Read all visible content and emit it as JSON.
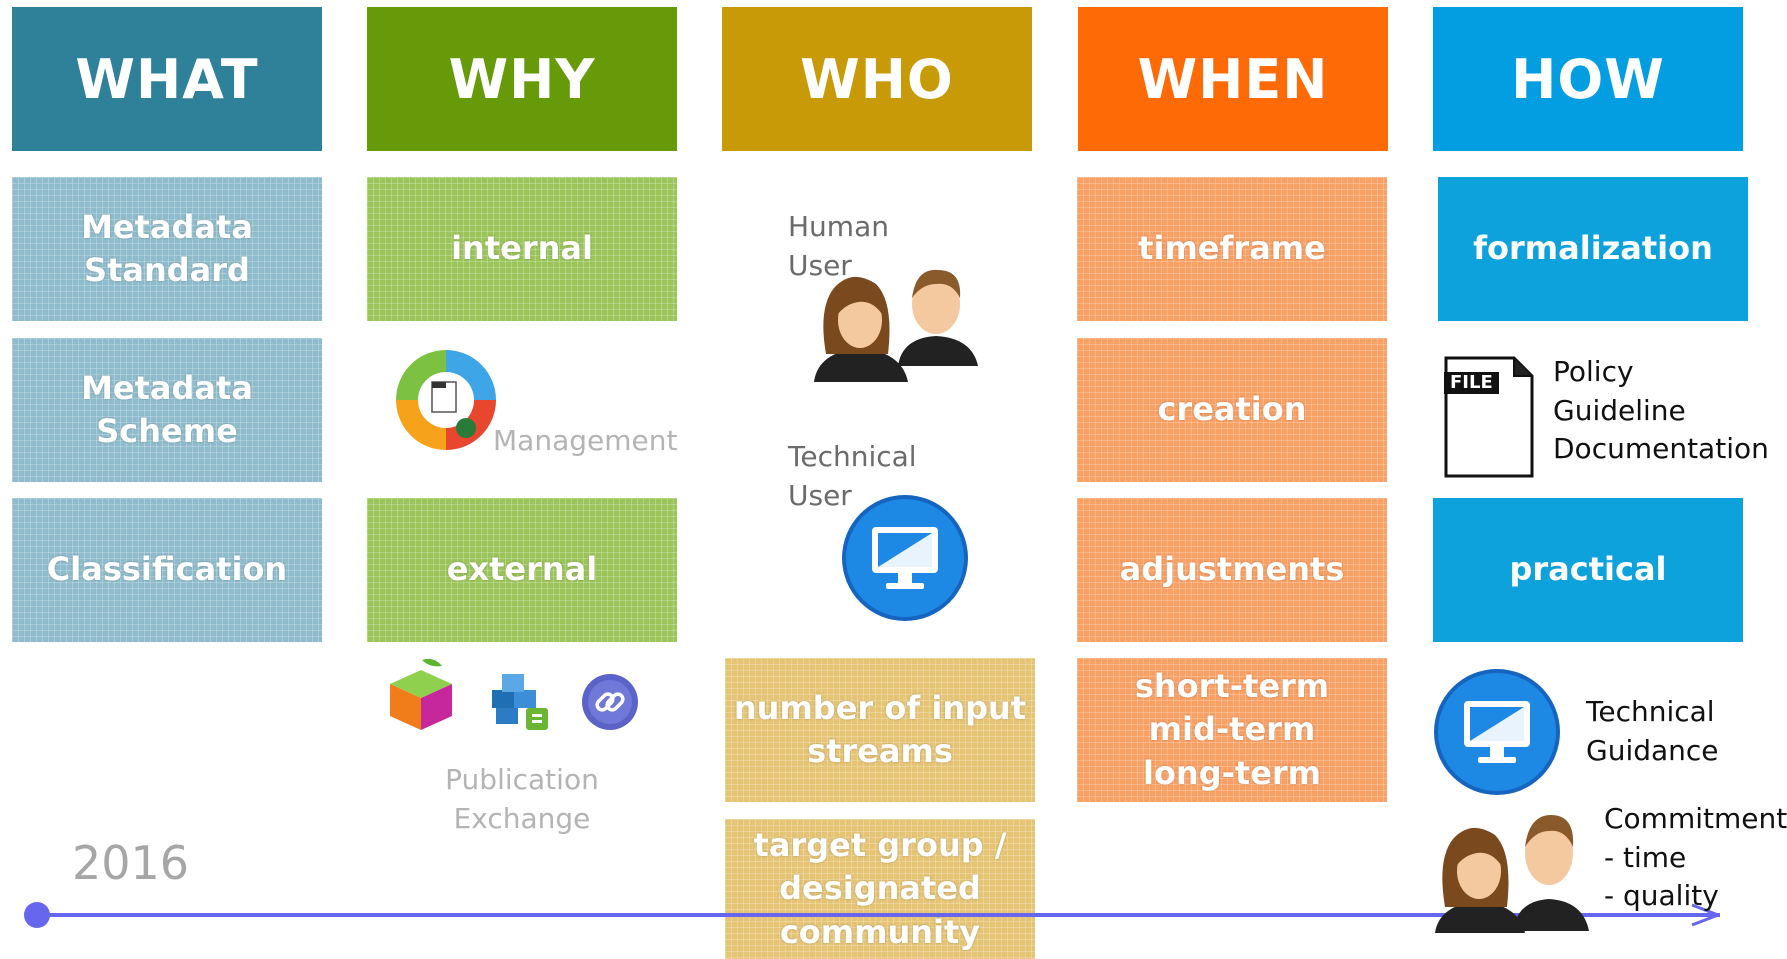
{
  "colors": {
    "what": "#2f8199",
    "why": "#679a08",
    "who": "#c99a07",
    "when": "#fe6a06",
    "how": "#039ee1",
    "what_cell": "#8fbccc",
    "why_cell": "#9bc55a",
    "who_cell": "#e5c474",
    "when_cell": "#f9a064",
    "how_cell": "#0ea2dd",
    "timeline": "#6666ee"
  },
  "headers": {
    "what": "WHAT",
    "why": "WHY",
    "who": "WHO",
    "when": "WHEN",
    "how": "HOW"
  },
  "what": {
    "metadata_standard": "Metadata\nStandard",
    "metadata_scheme": "Metadata\nScheme",
    "classification": "Classification"
  },
  "why": {
    "internal": "internal",
    "management": "Management",
    "external": "external",
    "publication_exchange": "Publication\nExchange"
  },
  "who": {
    "human_user": "Human\nUser",
    "technical_user": "Technical\nUser",
    "input_streams": "number of input\nstreams",
    "target_group": "target group /\ndesignated\ncommunity"
  },
  "when": {
    "timeframe": "timeframe",
    "creation": "creation",
    "adjustments": "adjustments",
    "terms": "short-term\nmid-term\nlong-term"
  },
  "how": {
    "formalization": "formalization",
    "file_badge": "FILE",
    "documents": "Policy\nGuideline\nDocumentation",
    "practical": "practical",
    "technical_guidance": "Technical\nGuidance",
    "commitment": "Commitment\n   - time\n   - quality"
  },
  "timeline": {
    "year": "2016"
  },
  "icons": {
    "cycle": "cycle-arrows-icon",
    "people": "two-users-icon",
    "monitor": "monitor-icon",
    "file": "file-icon",
    "cube": "cube-icon",
    "blocks": "building-blocks-icon",
    "link": "link-icon"
  }
}
